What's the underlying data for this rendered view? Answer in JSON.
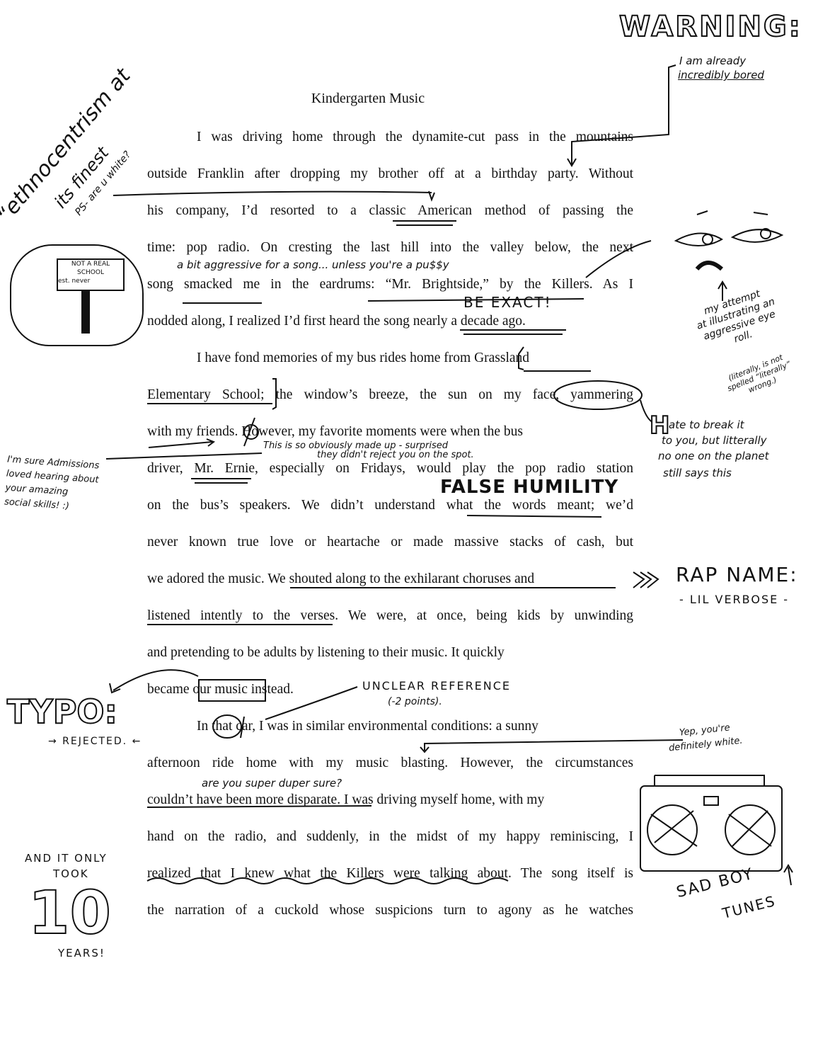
{
  "document": {
    "title": "Kindergarten Music",
    "lines": [
      {
        "text": "I was driving home through the dynamite-cut pass in the mountains",
        "indent": true,
        "justify": true
      },
      {
        "text": "outside Franklin after dropping my brother off at a birthday party. Without",
        "justify": true
      },
      {
        "text": "his company, I’d resorted to a classic American method of passing the",
        "justify": true
      },
      {
        "text": "time: pop radio. On cresting the last hill into the valley below, the next",
        "justify": true
      },
      {
        "text": "song smacked me in the eardrums: “Mr. Brightside,” by the Killers. As I",
        "justify": true
      },
      {
        "text": "nodded along, I realized I’d first heard the song nearly a decade ago."
      },
      {
        "text": "I have fond memories of my bus rides home from Grassland",
        "indent": true
      },
      {
        "text": "Elementary School; the window’s breeze, the sun on my face, yammering",
        "justify": true
      },
      {
        "text": "with my friends. However, my favorite moments were when the bus"
      },
      {
        "text": "driver, Mr. Ernie, especially on Fridays, would play the pop radio station",
        "justify": true
      },
      {
        "text": "on the bus’s speakers. We didn’t understand what the words meant; we’d",
        "justify": true
      },
      {
        "text": "never known true love or heartache or made massive stacks of cash, but",
        "justify": true
      },
      {
        "text": "we adored the music. We shouted along to the exhilarant choruses and"
      },
      {
        "text": "listened intently to the verses. We were, at once, being kids by unwinding",
        "justify": true
      },
      {
        "text": "and pretending to be adults by listening to their music. It quickly"
      },
      {
        "text": "became our music instead."
      },
      {
        "text": "In that car, I was in similar environmental conditions: a sunny",
        "indent": true
      },
      {
        "text": "afternoon ride home with my music blasting. However, the circumstances",
        "justify": true
      },
      {
        "text": "couldn’t have been more disparate. I was driving myself home, with my"
      },
      {
        "text": "hand on the radio, and suddenly, in the midst of my happy reminiscing, I",
        "justify": true
      },
      {
        "text": "realized that I knew what the Killers were talking about. The song itself is",
        "justify": true
      },
      {
        "text": "the narration of a cuckold whose suspicions turn to agony as he watches",
        "justify": true
      }
    ]
  },
  "annotations": {
    "warning": "WARNING:",
    "bored": [
      "I am already",
      "incredibly bored"
    ],
    "ethnocentrism": "“ethnocentrism at",
    "finest": "its finest",
    "ps": "PS- are u white?",
    "sign": [
      "NOT A REAL",
      "SCHOOL",
      "est. never"
    ],
    "aggressive": "a bit aggressive for a song... unless you're a pu$$y",
    "be_exact": "BE EXACT!",
    "eye_roll": [
      "my attempt",
      "at illustrating an",
      "aggressive eye",
      "roll."
    ],
    "literally_note": [
      "(literally, is not",
      "spelled “literally”",
      "wrong.)"
    ],
    "hate_h": "H",
    "hate": [
      "ate to break it",
      "to you, but litterally",
      "no one on the planet",
      "still says this"
    ],
    "made_up": "This is so obviously made up - surprised",
    "made_up2": "they didn't reject you on the spot.",
    "false_humility": "FALSE HUMILITY",
    "admissions": [
      "I'm sure Admissions",
      "loved hearing about",
      "your amazing",
      "social skills! :)"
    ],
    "rap_name": "RAP NAME:",
    "lil": "- LIL VERBOSE -",
    "typo": "TYPO:",
    "rejected": "→ REJECTED. ←",
    "unclear": "UNCLEAR REFERENCE",
    "points": "(-2 points).",
    "white": [
      "Yep, you're",
      "definitely white."
    ],
    "super": "are you super duper sure?",
    "only_took": [
      "AND IT ONLY",
      "TOOK"
    ],
    "ten": "10",
    "years": "YEARS!",
    "sad_boy": [
      "SAD BOY",
      "TUNES"
    ]
  }
}
